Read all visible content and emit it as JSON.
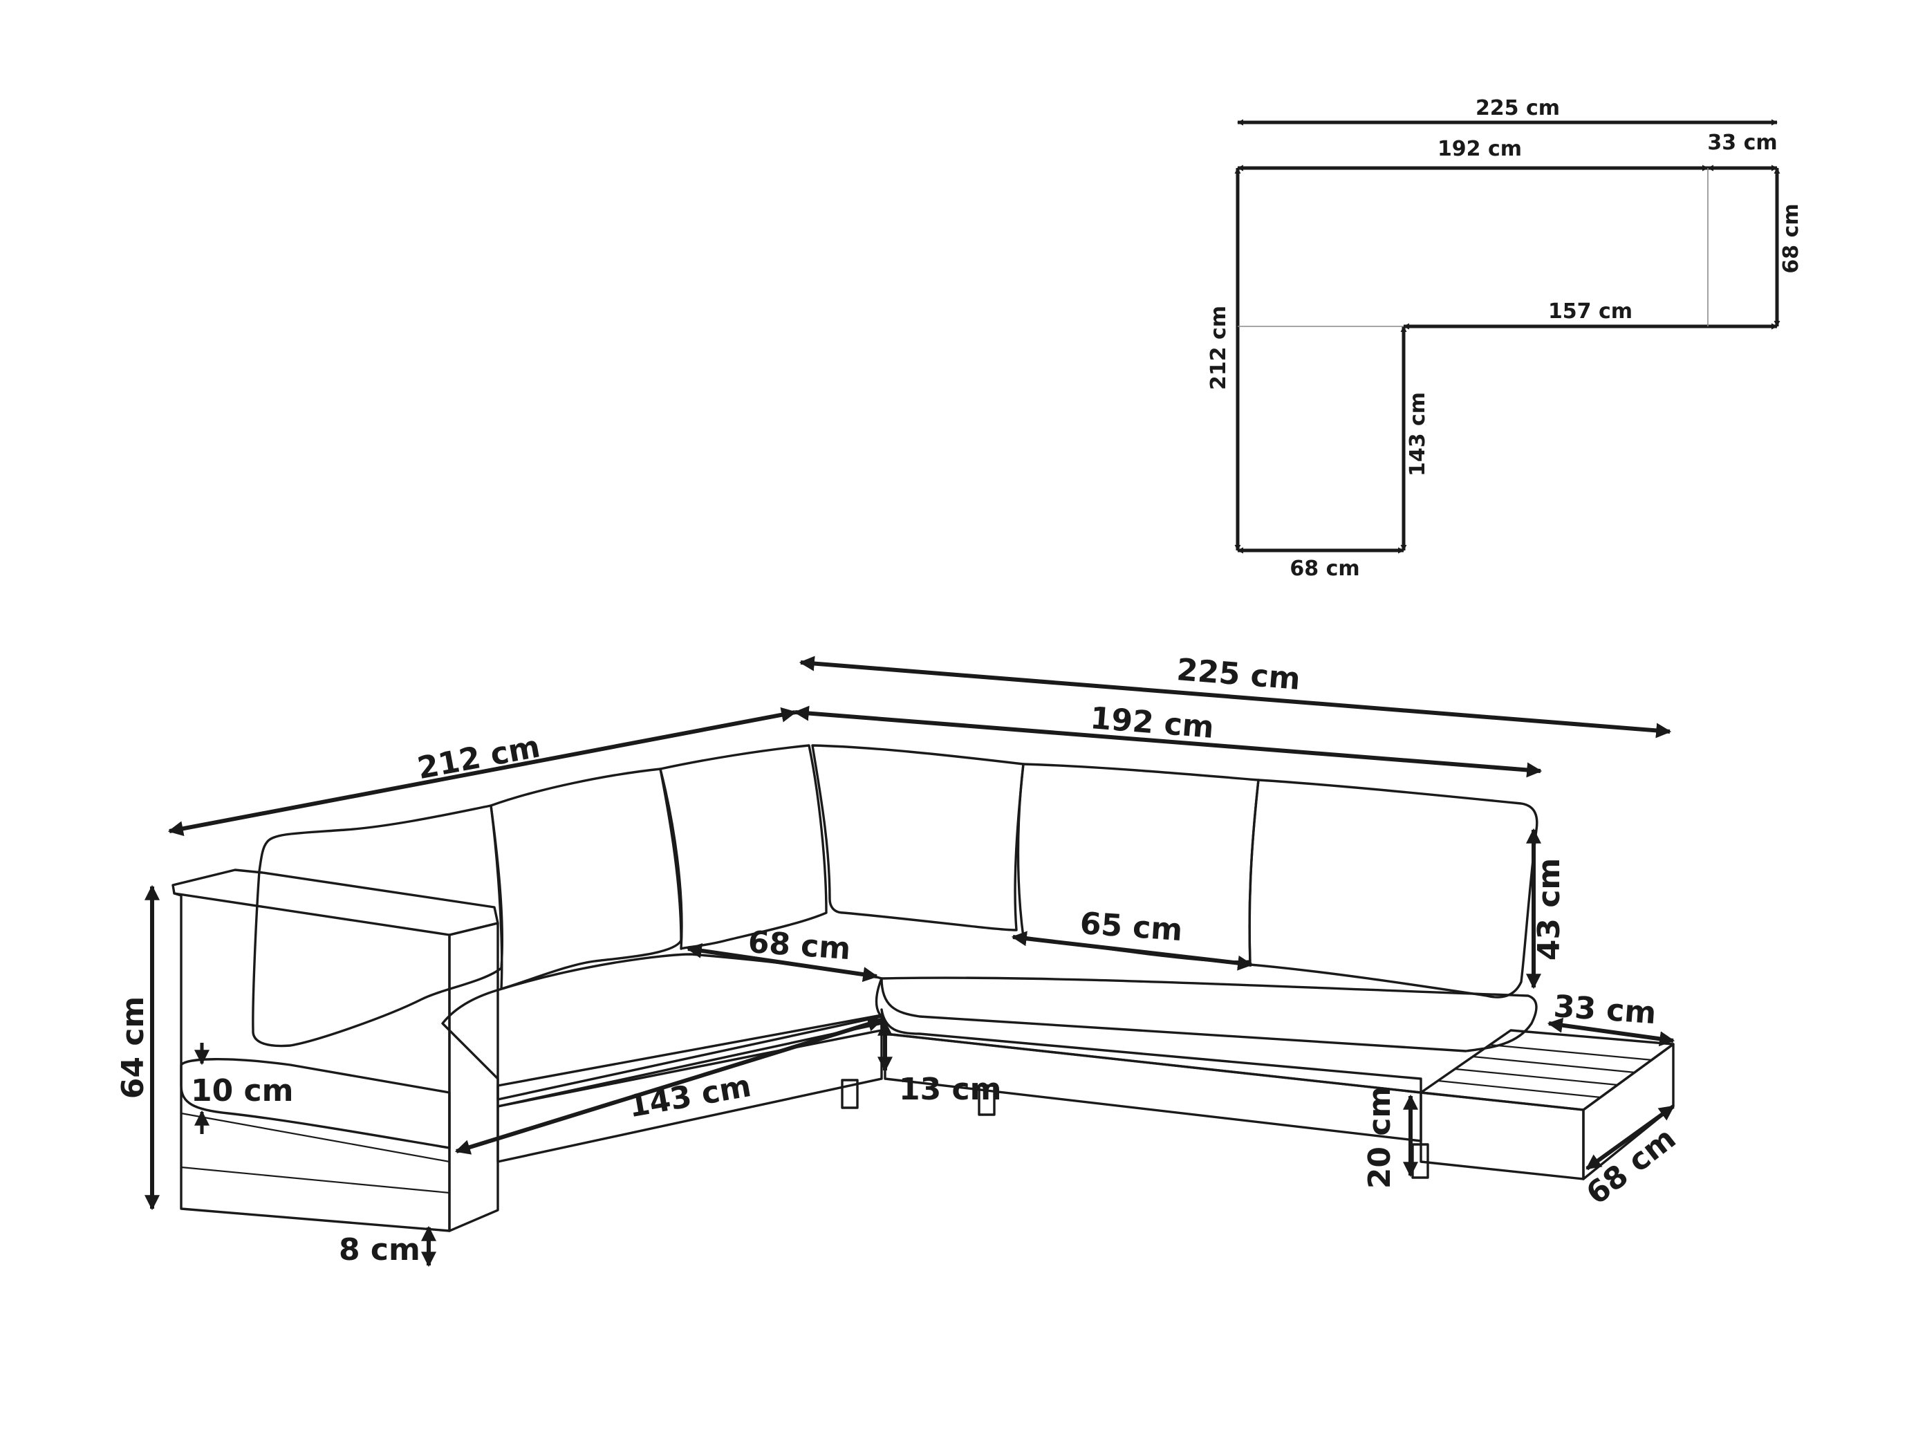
{
  "plan_view": {
    "total_width": "225 cm",
    "main_width": "192 cm",
    "table_width": "33 cm",
    "right_depth": "68 cm",
    "inner_run": "157 cm",
    "total_depth": "212 cm",
    "inner_depth": "143 cm",
    "bottom_width": "68 cm"
  },
  "sofa_view": {
    "total_length_right": "225 cm",
    "left_length": "212 cm",
    "back_length_right": "192 cm",
    "seat_depth": "68 cm",
    "seat_width_inner": "65 cm",
    "back_height": "43 cm",
    "table_depth": "33 cm",
    "table_length": "68 cm",
    "seat_length_left": "143 cm",
    "total_height": "64 cm",
    "cushion_thickness": "10 cm",
    "seat_clearance": "13 cm",
    "table_height": "20 cm",
    "leg_height": "8 cm"
  }
}
